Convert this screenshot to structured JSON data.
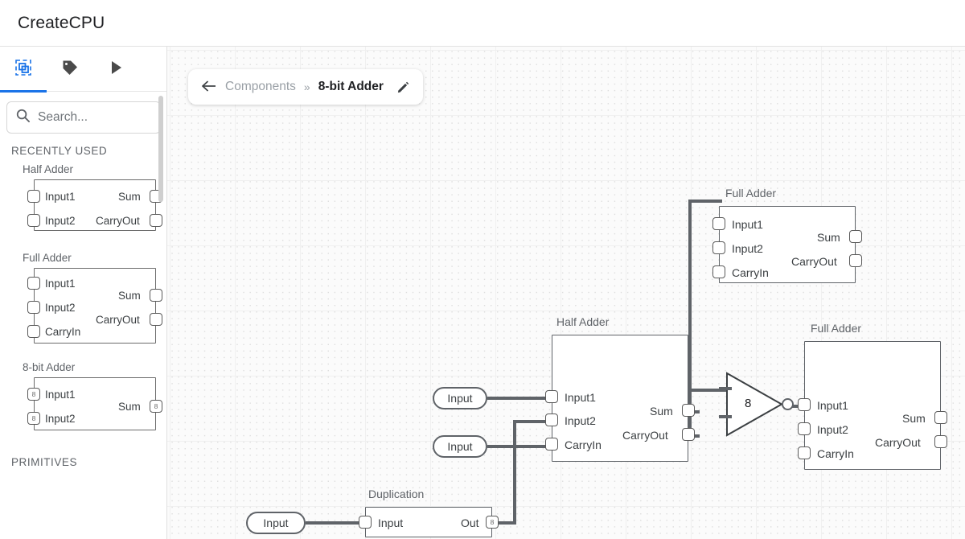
{
  "app": {
    "title": "CreateCPU"
  },
  "sidebar": {
    "tabs": [
      {
        "name": "components-tab",
        "icon": "components-icon",
        "active": true
      },
      {
        "name": "labels-tab",
        "icon": "tag-icon",
        "active": false
      },
      {
        "name": "run-tab",
        "icon": "play-icon",
        "active": false
      }
    ],
    "search": {
      "placeholder": "Search...",
      "value": "",
      "icon": "search-icon"
    },
    "sections": [
      {
        "label": "RECENTLY USED"
      },
      {
        "label": "PRIMITIVES"
      }
    ],
    "library": [
      {
        "name": "Half Adder",
        "inputs": [
          {
            "label": "Input1",
            "bits": ""
          },
          {
            "label": "Input2",
            "bits": ""
          }
        ],
        "outputs": [
          {
            "label": "Sum",
            "bits": ""
          },
          {
            "label": "CarryOut",
            "bits": ""
          }
        ]
      },
      {
        "name": "Full Adder",
        "inputs": [
          {
            "label": "Input1",
            "bits": ""
          },
          {
            "label": "Input2",
            "bits": ""
          },
          {
            "label": "CarryIn",
            "bits": ""
          }
        ],
        "outputs": [
          {
            "label": "Sum",
            "bits": ""
          },
          {
            "label": "CarryOut",
            "bits": ""
          }
        ]
      },
      {
        "name": "8-bit Adder",
        "inputs": [
          {
            "label": "Input1",
            "bits": "8"
          },
          {
            "label": "Input2",
            "bits": "8"
          }
        ],
        "outputs": [
          {
            "label": "Sum",
            "bits": "8"
          }
        ]
      }
    ]
  },
  "breadcrumb": {
    "back_icon": "arrow-left-icon",
    "root": "Components",
    "separator": "»",
    "current": "8-bit Adder",
    "edit_icon": "pencil-icon"
  },
  "canvas": {
    "nodes": [
      {
        "id": "full-adder-top",
        "title": "Full Adder",
        "inputs": [
          {
            "label": "Input1",
            "bits": ""
          },
          {
            "label": "Input2",
            "bits": ""
          },
          {
            "label": "CarryIn",
            "bits": ""
          }
        ],
        "outputs": [
          {
            "label": "Sum",
            "bits": ""
          },
          {
            "label": "CarryOut",
            "bits": ""
          }
        ]
      },
      {
        "id": "half-adder-mid",
        "title": "Half Adder",
        "inputs": [
          {
            "label": "Input1",
            "bits": ""
          },
          {
            "label": "Input2",
            "bits": ""
          },
          {
            "label": "CarryIn",
            "bits": ""
          }
        ],
        "outputs": [
          {
            "label": "Sum",
            "bits": ""
          },
          {
            "label": "CarryOut",
            "bits": ""
          }
        ]
      },
      {
        "id": "full-adder-right",
        "title": "Full Adder",
        "inputs": [
          {
            "label": "Input1",
            "bits": ""
          },
          {
            "label": "Input2",
            "bits": ""
          },
          {
            "label": "CarryIn",
            "bits": ""
          }
        ],
        "outputs": [
          {
            "label": "Sum",
            "bits": ""
          },
          {
            "label": "CarryOut",
            "bits": ""
          }
        ]
      },
      {
        "id": "duplication",
        "title": "Duplication",
        "inputs": [
          {
            "label": "Input",
            "bits": ""
          }
        ],
        "outputs": [
          {
            "label": "Out",
            "bits": "8"
          }
        ]
      }
    ],
    "input_pins": [
      {
        "id": "input-pin-1",
        "label": "Input"
      },
      {
        "id": "input-pin-2",
        "label": "Input"
      },
      {
        "id": "input-pin-3",
        "label": "Input"
      }
    ],
    "bus_node": {
      "id": "bus-splitter",
      "label": "8"
    }
  },
  "colors": {
    "accent": "#1a73e8",
    "wire": "#5f6368",
    "node_border": "#5f6368",
    "text": "#3c4043",
    "muted": "#5f6368",
    "canvas_bg": "#fbfbfb"
  }
}
